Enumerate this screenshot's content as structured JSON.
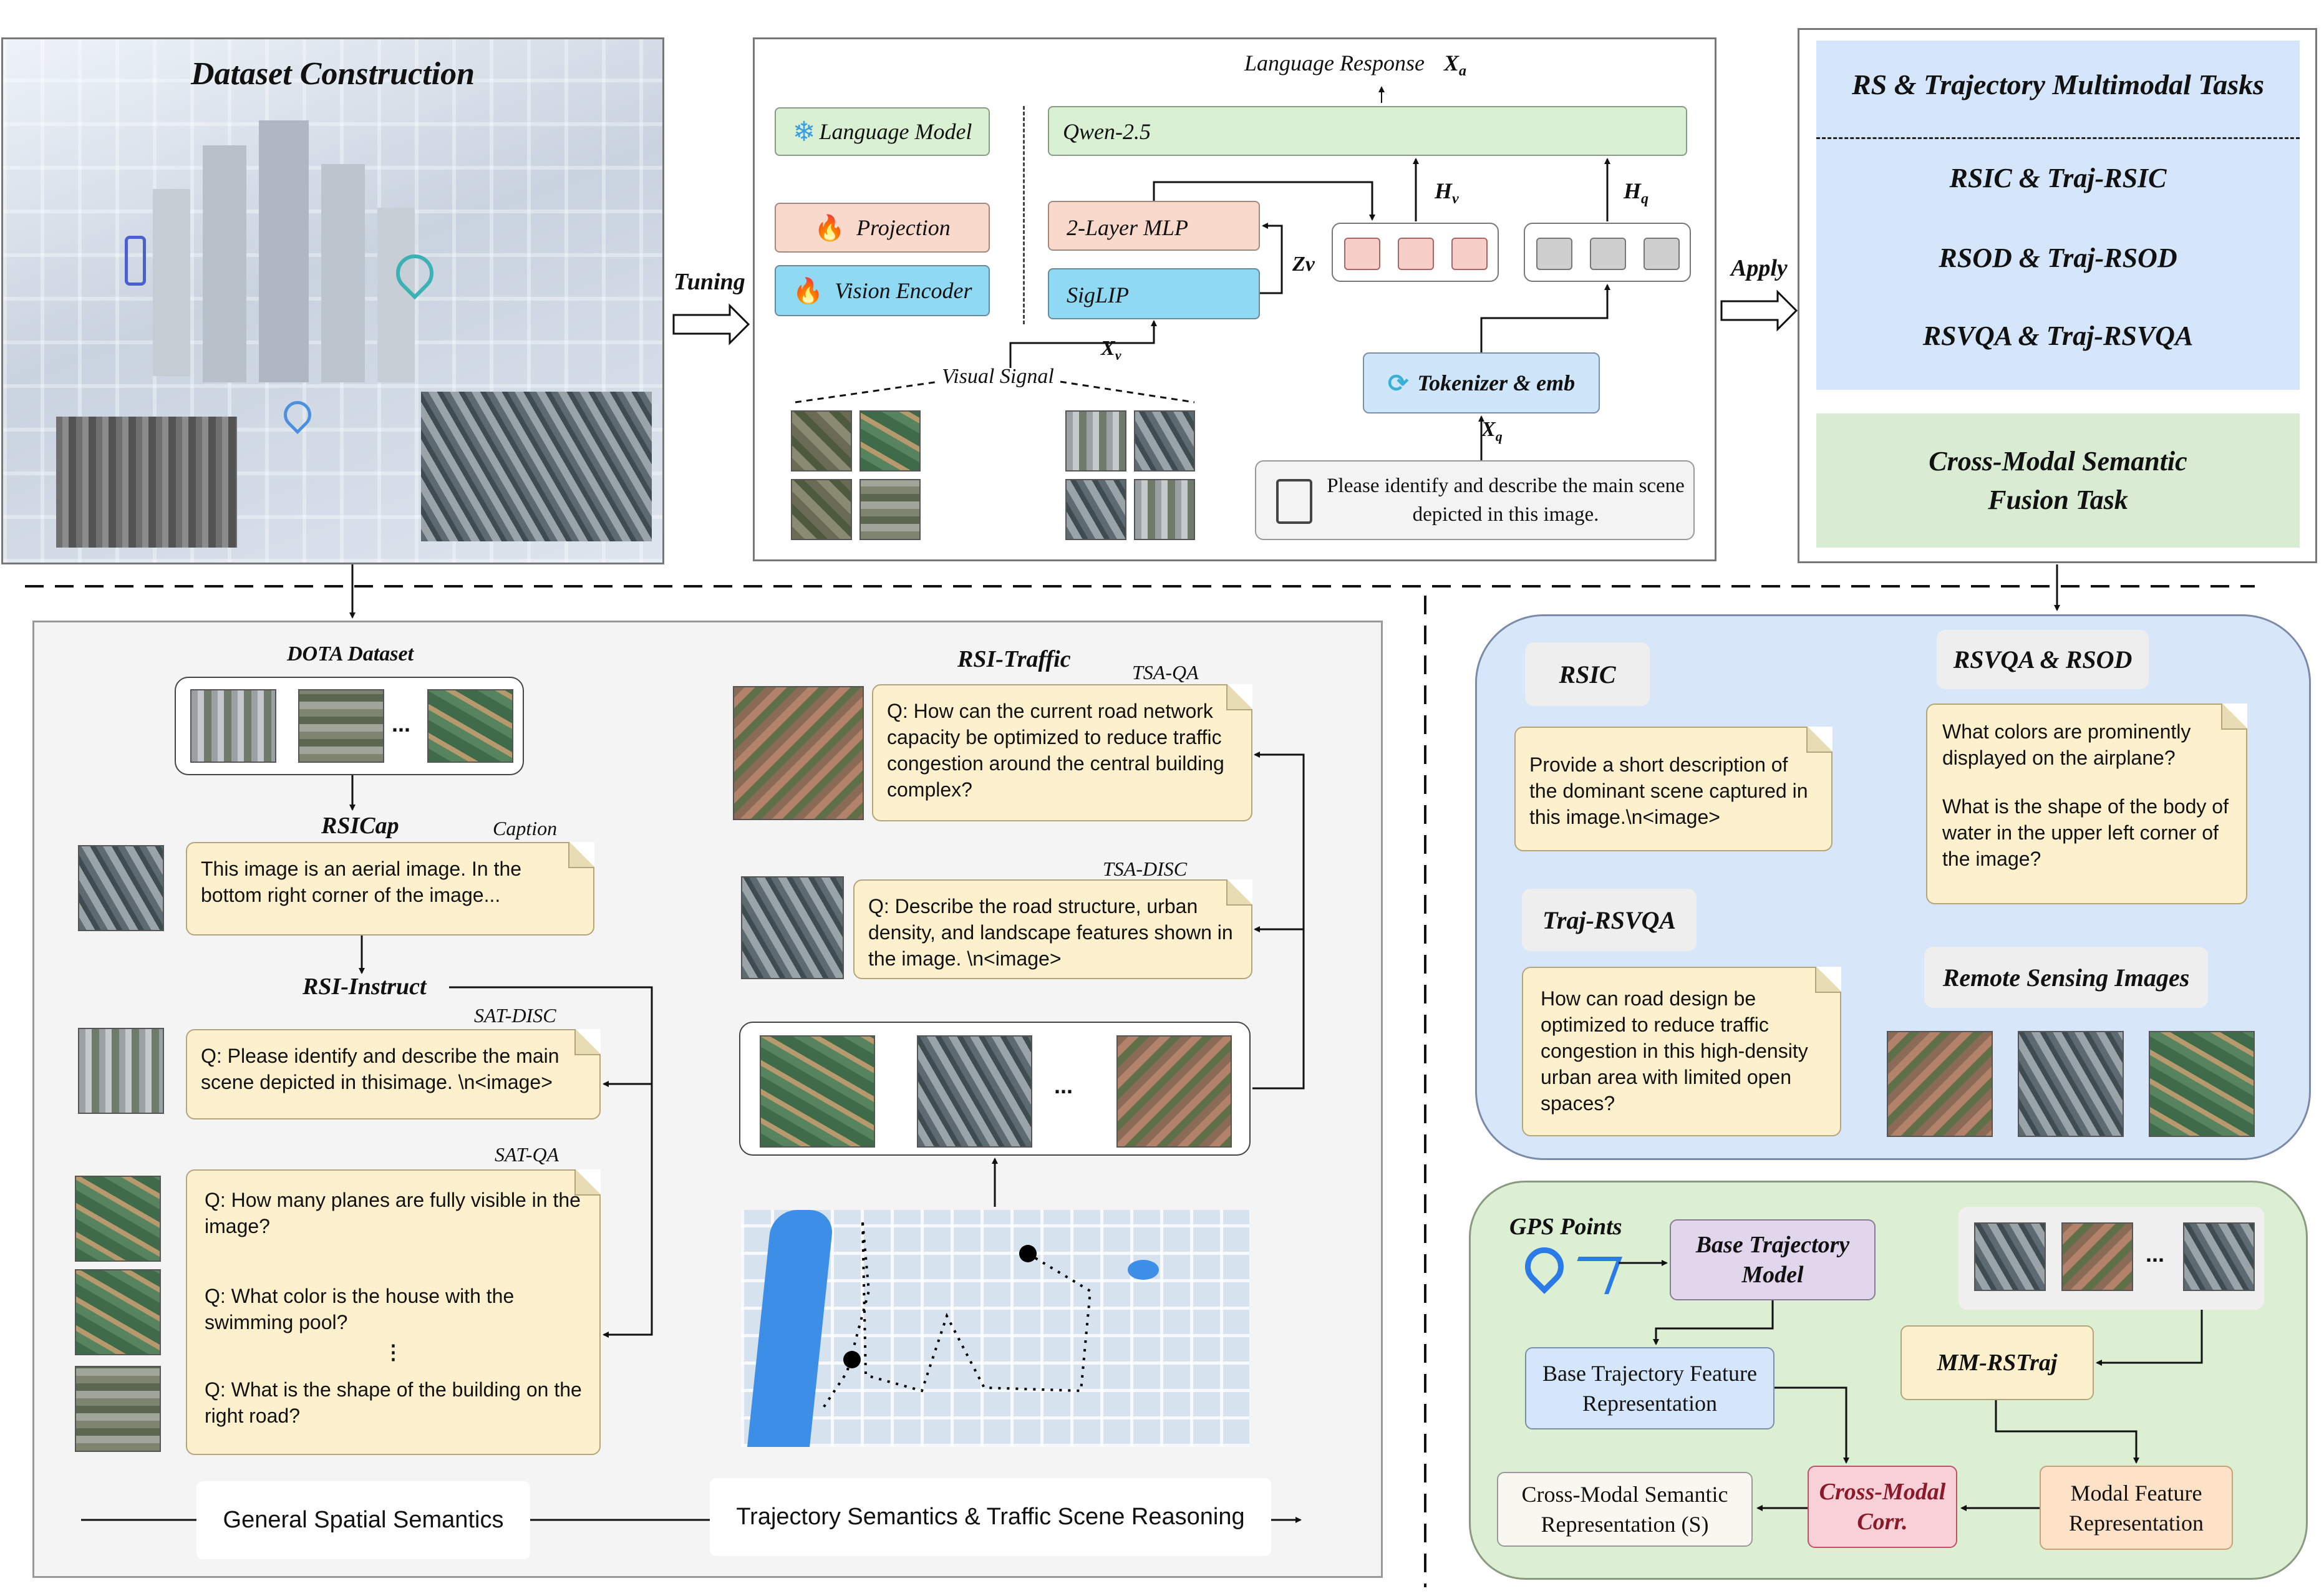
{
  "top": {
    "dataset_title": "Dataset Construction",
    "tuning": "Tuning",
    "apply": "Apply",
    "language_response": "Language Response",
    "xa": "X",
    "xa_sub": "a",
    "language_model": "Language Model",
    "projection": "Projection",
    "vision_encoder": "Vision Encoder",
    "qwen": "Qwen-2.5",
    "mlp": "2-Layer MLP",
    "siglip": "SigLIP",
    "zv": "Zv",
    "hv": "H",
    "hv_sub": "v",
    "hq": "H",
    "hq_sub": "q",
    "xv": "X",
    "xv_sub": "v",
    "xq": "X",
    "xq_sub": "q",
    "visual_signal": "Visual Signal",
    "tokenizer": "Tokenizer & emb",
    "prompt": "Please identify and describe  the main scene depicted in this image."
  },
  "tasks": {
    "title": "RS & Trajectory Multimodal Tasks",
    "items": [
      "RSIC & Traj-RSIC",
      "RSOD  & Traj-RSOD",
      "RSVQA  &  Traj-RSVQA"
    ],
    "fusion": "Cross-Modal Semantic Fusion Task"
  },
  "left": {
    "dota": "DOTA Dataset",
    "ellipsis": "...",
    "rsicap": "RSICap",
    "caption": "Caption",
    "caption_text": "This image is an aerial image. In the bottom right corner of the image...",
    "rsi_instruct": "RSI-Instruct",
    "sat_disc": "SAT-DISC",
    "sat_disc_text": "Q: Please identify and describe the main scene depicted in thisimage. \\n<image>",
    "sat_qa": "SAT-QA",
    "qa1": "Q: How many planes are fully  visible in the image?",
    "qa2": "Q: What color is the house with the swimming pool?",
    "vdots": "⋮",
    "qa3": "Q: What is the shape of the building on the right road?",
    "rsi_traffic": "RSI-Traffic",
    "tsa_qa": "TSA-QA",
    "tsa_qa_text": "Q: How can the current road network capacity be optimized to reduce traffic congestion around the central building complex?",
    "tsa_disc": "TSA-DISC",
    "tsa_disc_text": "Q: Describe the road structure, urban density, and landscape features shown in the image. \\n<image>",
    "general": "General Spatial Semantics",
    "trajectory": "Trajectory Semantics & Traffic Scene Reasoning"
  },
  "right_blue": {
    "rsic": "RSIC",
    "rsic_text": "Provide a short description of the dominant scene captured in this image.\\n<image>",
    "rsvqa_rsod": "RSVQA & RSOD",
    "rsvqa_text1": "What colors are prominently displayed on the airplane?",
    "rsvqa_text2": "What is the shape of the body of water in the upper left corner of the image?",
    "traj_rsvqa": "Traj-RSVQA",
    "traj_text": "How can road design be optimized to reduce traffic congestion in this high-density urban area with limited open spaces?",
    "rs_images": "Remote Sensing Images"
  },
  "right_green": {
    "gps": "GPS Points",
    "base_model": "Base Trajectory Model",
    "ellipsis": "...",
    "base_feature": "Base Trajectory Feature Representation",
    "mm_rstraj": "MM-RSTraj",
    "cross_modal_sem": "Cross-Modal Semantic Representation (S)",
    "corr": "Cross-Modal Corr.",
    "modal_feature": "Modal Feature Representation"
  }
}
